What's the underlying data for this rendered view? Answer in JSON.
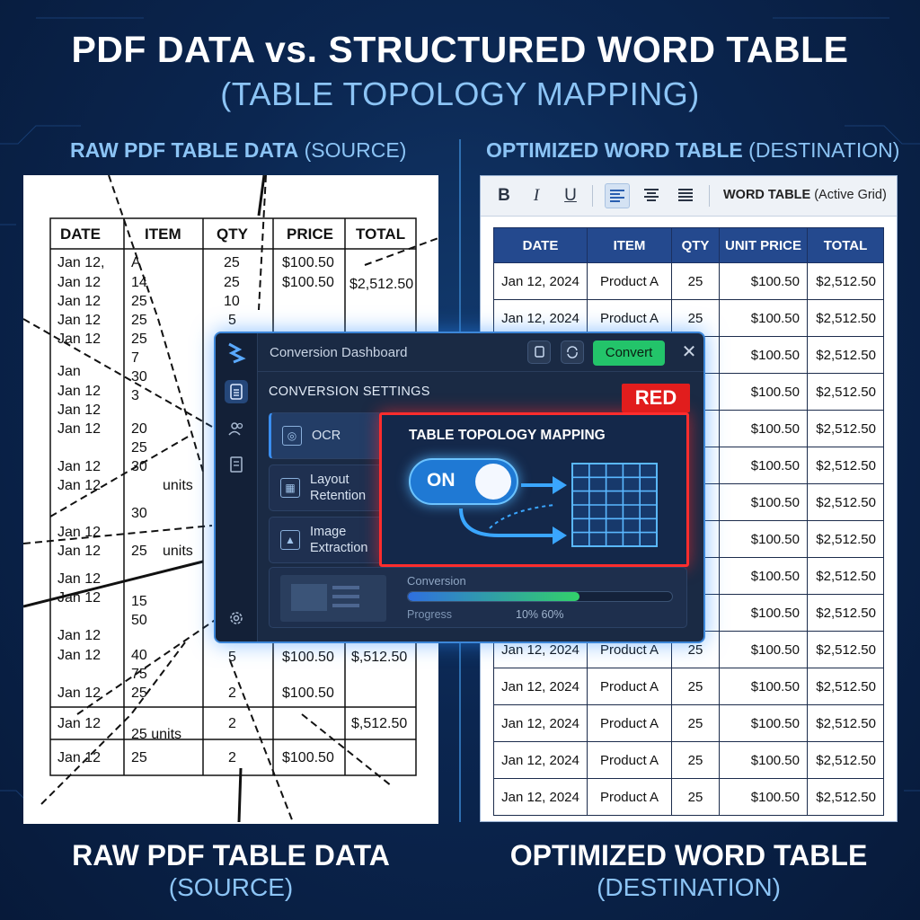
{
  "header": {
    "title": "PDF DATA vs. STRUCTURED WORD TABLE",
    "subtitle": "(TABLE TOPOLOGY MAPPING)"
  },
  "left_section": {
    "heading_bold": "RAW PDF TABLE DATA",
    "heading_rest": " (SOURCE)",
    "footer_title": "RAW PDF TABLE DATA",
    "footer_sub": "(SOURCE)"
  },
  "right_section": {
    "heading_bold": "OPTIMIZED WORD TABLE",
    "heading_rest": " (DESTINATION)",
    "footer_title": "OPTIMIZED WORD TABLE",
    "footer_sub": "(DESTINATION)"
  },
  "pdf": {
    "headers": [
      "DATE",
      "ITEM",
      "QTY",
      "PRICE",
      "TOTAL"
    ],
    "cells": [
      {
        "t": "Jan 12,"
      },
      {
        "t": "A"
      },
      {
        "t": "25"
      },
      {
        "t": "$100.50"
      },
      {
        "t": "Jan 12"
      },
      {
        "t": "14"
      },
      {
        "t": "25"
      },
      {
        "t": "$100.50"
      },
      {
        "t": "$2,512.50"
      },
      {
        "t": "Jan 12"
      },
      {
        "t": "25"
      },
      {
        "t": "10"
      },
      {
        "t": "Jan 12"
      },
      {
        "t": "25"
      },
      {
        "t": "5"
      },
      {
        "t": "Jan 12"
      },
      {
        "t": "25"
      },
      {
        "t": "7"
      },
      {
        "t": "Jan"
      },
      {
        "t": "30"
      },
      {
        "t": "Jan 12"
      },
      {
        "t": "3"
      },
      {
        "t": "Jan 12"
      },
      {
        "t": "Jan 12"
      },
      {
        "t": "20"
      },
      {
        "t": "25"
      },
      {
        "t": "Jan 12"
      },
      {
        "t": "30"
      },
      {
        "t": "Jan 12"
      },
      {
        "t": "units"
      },
      {
        "t": "30"
      },
      {
        "t": "Jan 12"
      },
      {
        "t": "Jan 12"
      },
      {
        "t": "25"
      },
      {
        "t": "units"
      },
      {
        "t": "Jan 12"
      },
      {
        "t": "Jan 12"
      },
      {
        "t": "15"
      },
      {
        "t": "50"
      },
      {
        "t": "Jan 12"
      },
      {
        "t": "Jan 12"
      },
      {
        "t": "40"
      },
      {
        "t": "5"
      },
      {
        "t": "$100.50"
      },
      {
        "t": "$,512.50"
      },
      {
        "t": "75"
      },
      {
        "t": "Jan 12"
      },
      {
        "t": "25"
      },
      {
        "t": "2"
      },
      {
        "t": "$100.50"
      },
      {
        "t": "Jan 12"
      },
      {
        "t": "2"
      },
      {
        "t": "$,512.50"
      },
      {
        "t": "25 units"
      },
      {
        "t": "Jan 12"
      },
      {
        "t": "25"
      },
      {
        "t": "2"
      },
      {
        "t": "$100.50"
      }
    ]
  },
  "word": {
    "toolbar": {
      "bold": "B",
      "italic": "I",
      "underline": "U",
      "label_bold": "WORD TABLE",
      "label_rest": " (Active Grid)"
    },
    "table": {
      "headers": [
        "DATE",
        "ITEM",
        "QTY",
        "UNIT PRICE",
        "TOTAL"
      ],
      "rows": [
        [
          "Jan 12, 2024",
          "Product A",
          "25",
          "$100.50",
          "$2,512.50"
        ],
        [
          "Jan 12, 2024",
          "Product A",
          "25",
          "$100.50",
          "$2,512.50"
        ],
        [
          "",
          "",
          "",
          "$100.50",
          "$2,512.50"
        ],
        [
          "",
          "",
          "",
          "$100.50",
          "$2,512.50"
        ],
        [
          "",
          "",
          "",
          "$100.50",
          "$2,512.50"
        ],
        [
          "",
          "",
          "",
          "$100.50",
          "$2,512.50"
        ],
        [
          "",
          "",
          "",
          "$100.50",
          "$2,512.50"
        ],
        [
          "",
          "",
          "",
          "$100.50",
          "$2,512.50"
        ],
        [
          "",
          "",
          "",
          "$100.50",
          "$2,512.50"
        ],
        [
          "",
          "",
          "",
          "$100.50",
          "$2,512.50"
        ],
        [
          "Jan 12, 2024",
          "Product A",
          "25",
          "$100.50",
          "$2,512.50"
        ],
        [
          "Jan 12, 2024",
          "Product A",
          "25",
          "$100.50",
          "$2,512.50"
        ],
        [
          "Jan 12, 2024",
          "Product A",
          "25",
          "$100.50",
          "$2,512.50"
        ],
        [
          "Jan 12, 2024",
          "Product A",
          "25",
          "$100.50",
          "$2,512.50"
        ],
        [
          "Jan 12, 2024",
          "Product A",
          "25",
          "$100.50",
          "$2,512.50"
        ]
      ]
    }
  },
  "dialog": {
    "title": "Conversion Dashboard",
    "convert_label": "Convert",
    "settings_heading": "CONVERSION SETTINGS",
    "options": [
      {
        "label": "OCR",
        "icon": "ocr-scan-icon"
      },
      {
        "label": "Layout\nRetention",
        "icon": "layout-icon"
      },
      {
        "label": "Image\nExtraction",
        "icon": "image-icon"
      }
    ],
    "red_tag": "RED",
    "mapping_title": "TABLE TOPOLOGY MAPPING",
    "toggle_label": "ON",
    "toggle_on": true,
    "conversion_label": "Conversion",
    "progress_label": "Progress",
    "progress_text": "10% 60%",
    "progress_fraction": 0.65,
    "accent": "#23c46a",
    "highlight": "#ff2d2d"
  }
}
